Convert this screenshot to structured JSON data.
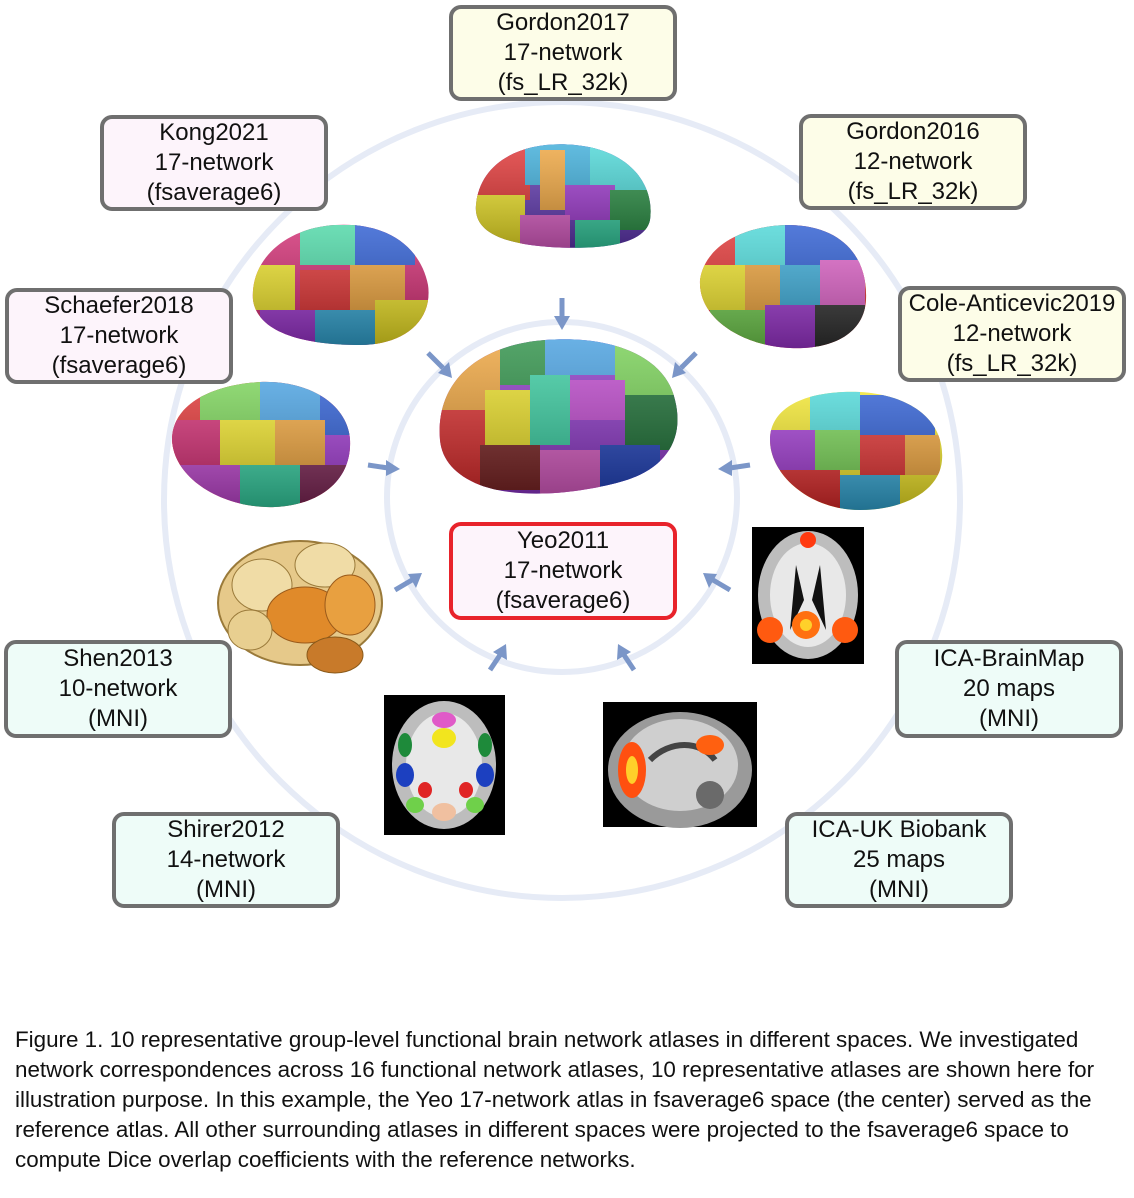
{
  "atlases": {
    "gordon2017": {
      "name": "Gordon2017",
      "networks": "17-network",
      "space": "(fs_LR_32k)"
    },
    "gordon2016": {
      "name": "Gordon2016",
      "networks": "12-network",
      "space": "(fs_LR_32k)"
    },
    "cole": {
      "name": "Cole-Anticevic2019",
      "networks": "12-network",
      "space": "(fs_LR_32k)"
    },
    "kong2021": {
      "name": "Kong2021",
      "networks": "17-network",
      "space": "(fsaverage6)"
    },
    "schaefer2018": {
      "name": "Schaefer2018",
      "networks": "17-network",
      "space": "(fsaverage6)"
    },
    "yeo2011": {
      "name": "Yeo2011",
      "networks": "17-network",
      "space": "(fsaverage6)"
    },
    "shen2013": {
      "name": "Shen2013",
      "networks": "10-network",
      "space": "(MNI)"
    },
    "icabrainmap": {
      "name": "ICA-BrainMap",
      "networks": "20 maps",
      "space": "(MNI)"
    },
    "shirer2012": {
      "name": "Shirer2012",
      "networks": "14-network",
      "space": "(MNI)"
    },
    "icaukb": {
      "name": "ICA-UK Biobank",
      "networks": "25 maps",
      "space": "(MNI)"
    }
  },
  "colors": {
    "space_fs_LR": "#fdfde8",
    "space_fsaverage6": "#fdf4fb",
    "space_MNI": "#eefcf8",
    "reference_border": "#e8232b",
    "box_border": "#6f6f6f",
    "arrow": "#7b96c8",
    "ring": "#e6ebf6"
  },
  "caption": "Figure 1. 10 representative group-level functional brain network atlases in different spaces. We investigated network correspondences across 16 functional network atlases, 10 representative atlases are shown here for illustration purpose. In this example, the Yeo 17-network atlas in fsaverage6 space (the center) served as the reference atlas. All other surrounding atlases in different spaces were projected to the fsaverage6 space to compute Dice overlap coefficients with the reference networks."
}
